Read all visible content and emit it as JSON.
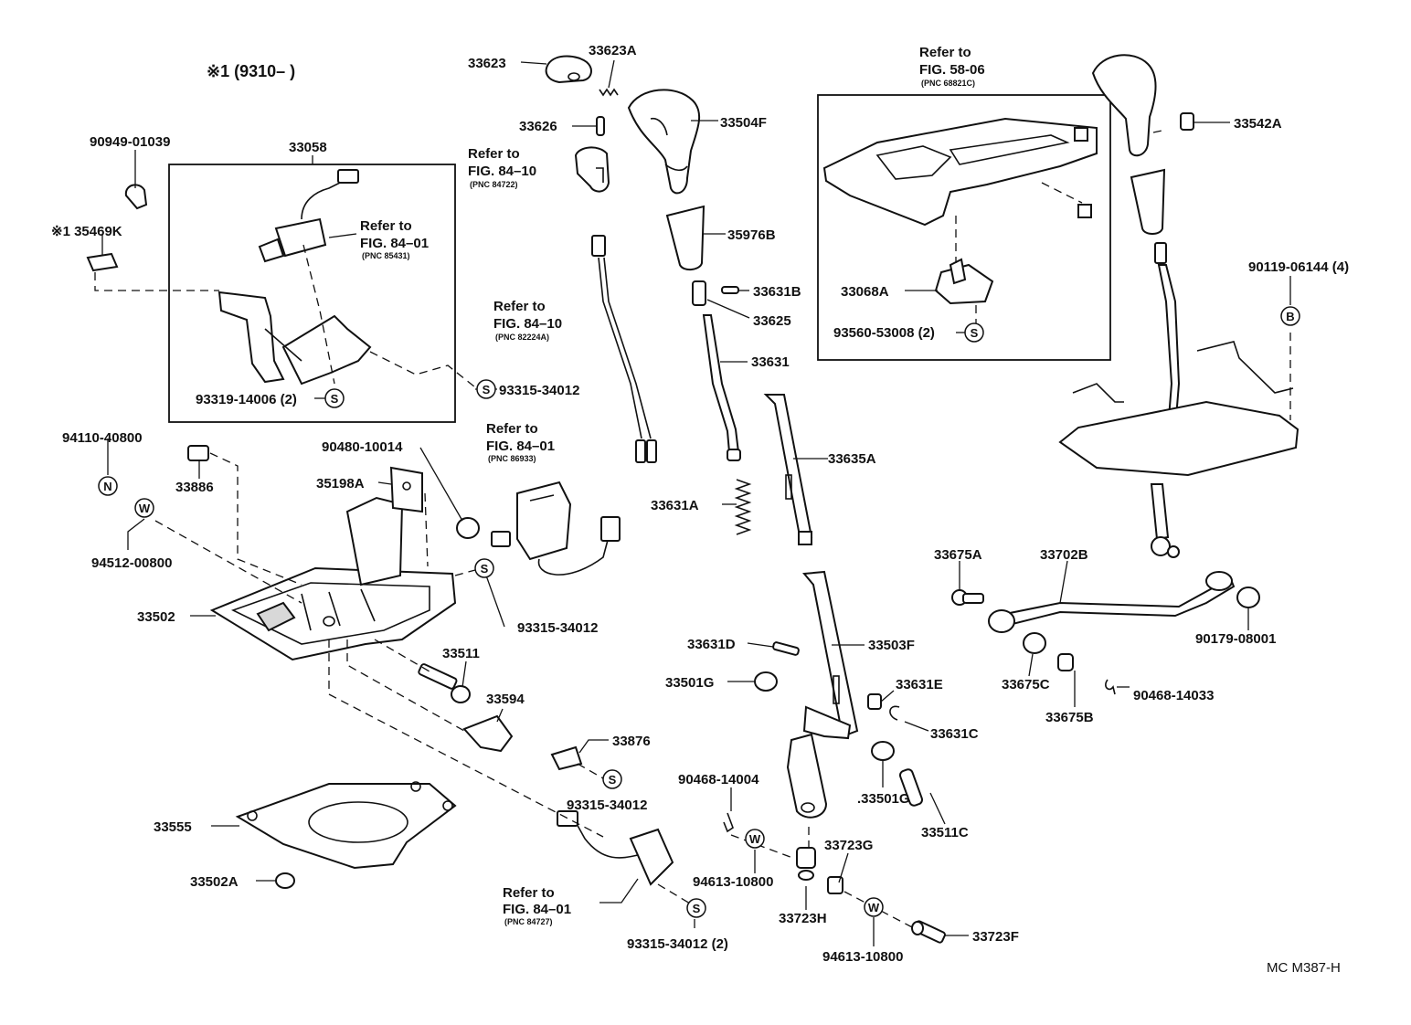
{
  "diagram": {
    "header_note": "※1 (9310–      )",
    "code": "MC M387-H"
  },
  "parts": {
    "p33623": "33623",
    "p33623A": "33623A",
    "p33626": "33626",
    "p33504F": "33504F",
    "p33542A": "33542A",
    "p90949": "90949-01039",
    "p33058": "33058",
    "p35469K": "※1 35469K",
    "p35976B": "35976B",
    "p33631B": "33631B",
    "p33068A": "33068A",
    "p33625": "33625",
    "p93560": "93560-53008 (2)",
    "p33631": "33631",
    "p90119": "90119-06144 (4)",
    "p93319": "93319-14006 (2)",
    "p93315a": "93315-34012",
    "p94110": "94110-40800",
    "p90480": "90480-10014",
    "p33886": "33886",
    "p35198A": "35198A",
    "p33635A": "33635A",
    "p94512": "94512-00800",
    "p33631A": "33631A",
    "p33675A": "33675A",
    "p33702B": "33702B",
    "p93315b": "93315-34012",
    "p33502": "33502",
    "p90179": "90179-08001",
    "p33631D": "33631D",
    "p33503F": "33503F",
    "p33511": "33511",
    "p33501G": "33501G",
    "p33631E": "33631E",
    "p33675C": "33675C",
    "p90468a": "90468-14033",
    "p33594": "33594",
    "p33675B": "33675B",
    "p33631C": "33631C",
    "p33876": "33876",
    "p90468b": "90468-14004",
    "p33501G2": ".33501G",
    "p93315c": "93315-34012",
    "p33555": "33555",
    "p33511C": "33511C",
    "p33723G": "33723G",
    "p94613a": "94613-10800",
    "p33502A": "33502A",
    "p33723H": "33723H",
    "p94613b": "94613-10800",
    "p33723F": "33723F",
    "p93315d": "93315-34012 (2)"
  },
  "refs": {
    "r1_a": "Refer to",
    "r1_b": "FIG. 84–10",
    "r1_c": "(PNC 84722)",
    "r2_a": "Refer to",
    "r2_b": "FIG. 84–01",
    "r2_c": "(PNC 85431)",
    "r3_a": "Refer to",
    "r3_b": "FIG. 84–10",
    "r3_c": "(PNC 82224A)",
    "r4_a": "Refer to",
    "r4_b": "FIG. 84–01",
    "r4_c": "(PNC 86933)",
    "r5_a": "Refer to",
    "r5_b": "FIG. 58-06",
    "r5_c": "(PNC 68821C)",
    "r6_a": "Refer to",
    "r6_b": "FIG. 84–01",
    "r6_c": "(PNC 84727)"
  },
  "symbols": {
    "s": "S",
    "w": "W",
    "n": "N",
    "b": "B"
  }
}
